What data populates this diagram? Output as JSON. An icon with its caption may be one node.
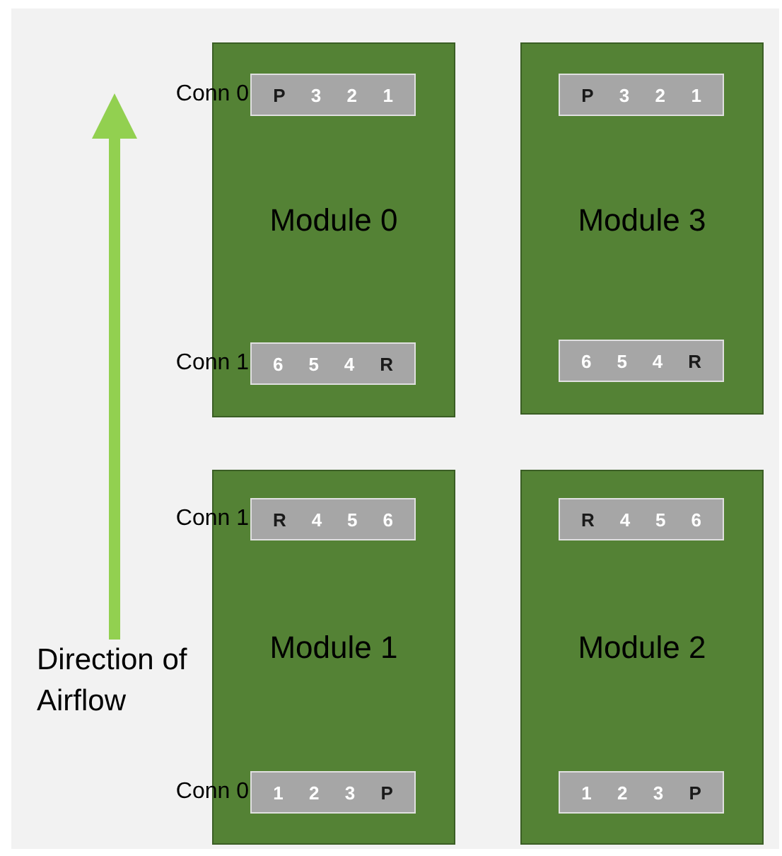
{
  "diagram": {
    "nodes": [
      {
        "text": [
          "Module 0"
        ]
      },
      {
        "text": [
          "P",
          "3",
          "2",
          "1"
        ],
        "in": 0,
        "beside": [
          "Conn 0"
        ]
      },
      {
        "text": [
          "6",
          "5",
          "4",
          "R"
        ],
        "in": 0,
        "beside": [
          "Conn 1"
        ]
      },
      {
        "text": [
          "Module 3"
        ]
      },
      {
        "text": [
          "P",
          "3",
          "2",
          "1"
        ],
        "in": 3
      },
      {
        "text": [
          "6",
          "5",
          "4",
          "R"
        ],
        "in": 3
      },
      {
        "text": [
          "Module 1"
        ]
      },
      {
        "text": [
          "R",
          "4",
          "5",
          "6"
        ],
        "in": 6,
        "beside": [
          "Conn 1"
        ]
      },
      {
        "text": [
          "1",
          "2",
          "3",
          "P"
        ],
        "in": 6,
        "beside": [
          "Conn 0"
        ]
      },
      {
        "text": [
          "Module 2"
        ]
      },
      {
        "text": [
          "R",
          "4",
          "5",
          "6"
        ],
        "in": 9
      },
      {
        "text": [
          "1",
          "2",
          "3",
          "P"
        ],
        "in": 9
      }
    ],
    "edges": [],
    "labels": [
      "Direction of Airflow"
    ]
  }
}
